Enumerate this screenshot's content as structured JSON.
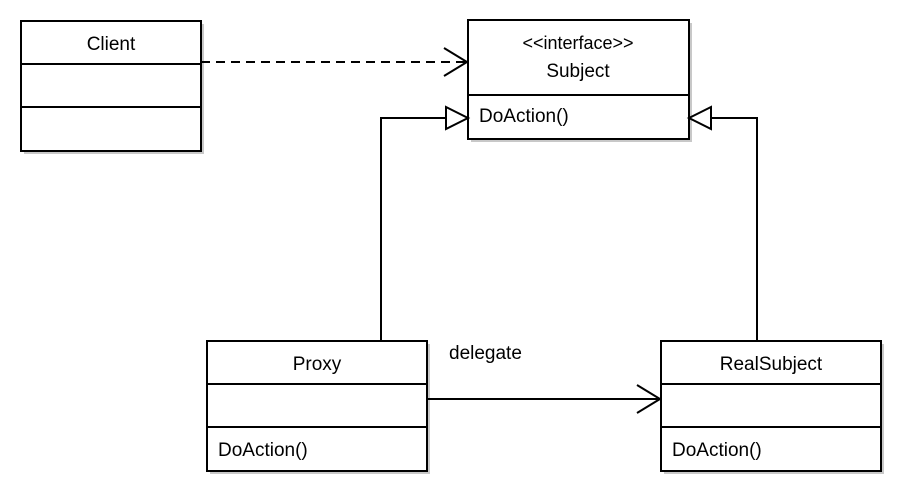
{
  "classes": {
    "client": {
      "name": "Client",
      "operations": ""
    },
    "subject": {
      "stereotype": "<<interface>>",
      "name": "Subject",
      "operations": "DoAction()"
    },
    "proxy": {
      "name": "Proxy",
      "operations": "DoAction()"
    },
    "real_subject": {
      "name": "RealSubject",
      "operations": "DoAction()"
    }
  },
  "relations": {
    "delegate_label": "delegate"
  }
}
